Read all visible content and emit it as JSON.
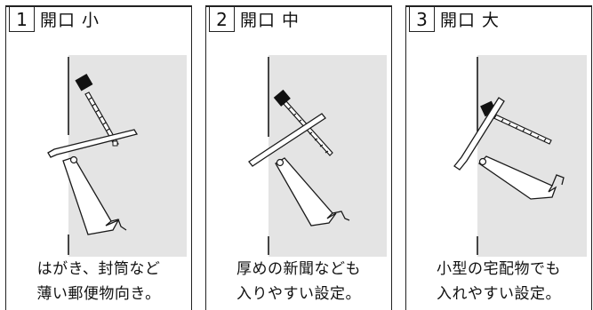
{
  "panels": [
    {
      "number": "1",
      "title": "開口 小",
      "caption": [
        "はがき、封筒など",
        "薄い郵便物向き。"
      ]
    },
    {
      "number": "2",
      "title": "開口 中",
      "caption": [
        "厚めの新聞なども",
        "入りやすい設定。"
      ]
    },
    {
      "number": "3",
      "title": "開口 大",
      "caption": [
        "小型の宅配物でも",
        "入れやすい設定。"
      ]
    }
  ],
  "colors": {
    "stroke": "#1a1a1a",
    "interior": "#e4e4e4",
    "knob": "#111111",
    "background": "#ffffff"
  }
}
